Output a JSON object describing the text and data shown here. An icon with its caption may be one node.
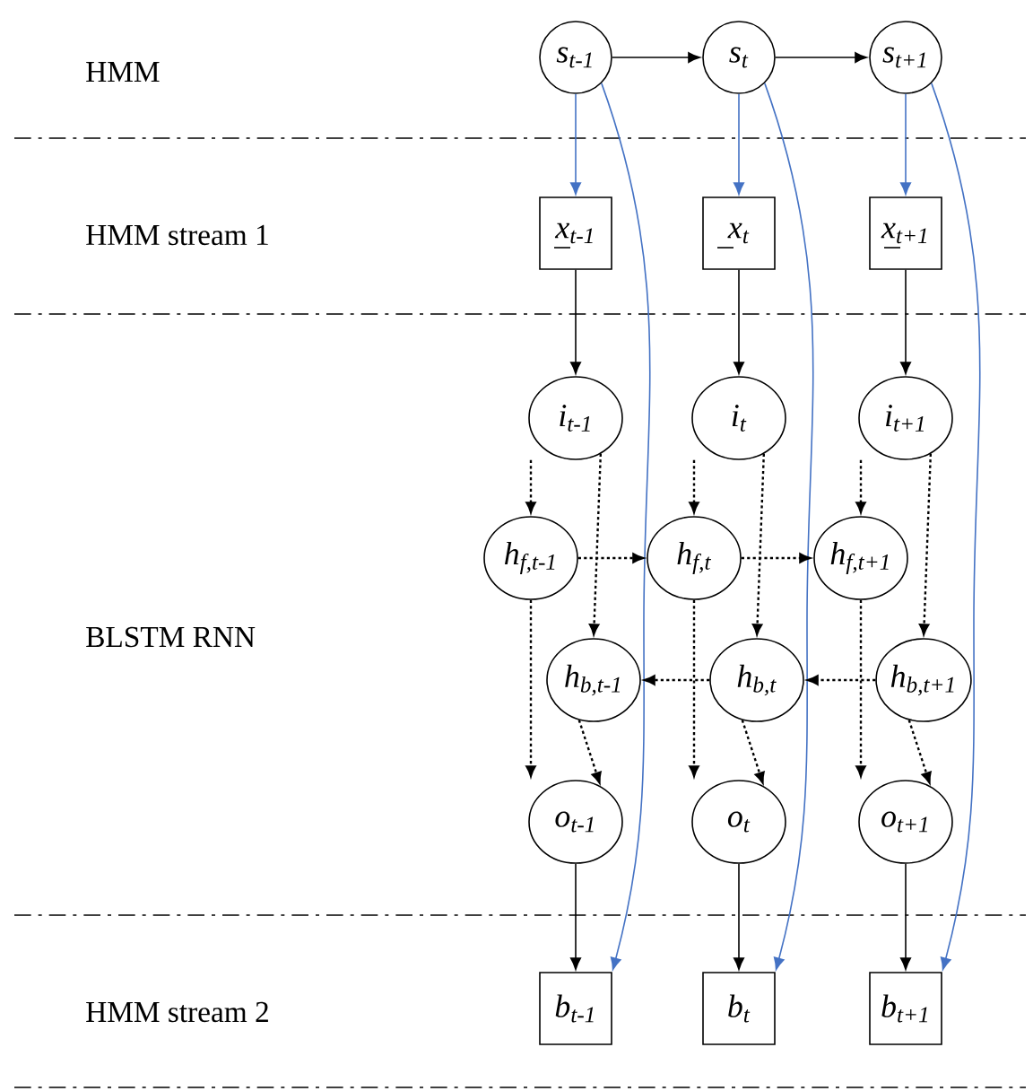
{
  "diagram": {
    "nodes": [
      {
        "text": [
          "s$_{t-1}$"
        ]
      },
      {
        "text": [
          "s$_{t}$"
        ]
      },
      {
        "text": [
          "s$_{t+1}$"
        ]
      },
      {
        "text": [
          "x$_{t-1}$"
        ]
      },
      {
        "text": [
          "x$_{t}$"
        ]
      },
      {
        "text": [
          "x$_{t+1}$"
        ]
      },
      {
        "text": [
          "i$_{t-1}$"
        ]
      },
      {
        "text": [
          "i$_{t}$"
        ]
      },
      {
        "text": [
          "i$_{t+1}$"
        ]
      },
      {
        "text": [
          "h$_{f,t-1}$"
        ]
      },
      {
        "text": [
          "h$_{f,t}$"
        ]
      },
      {
        "text": [
          "h$_{f,t+1}$"
        ]
      },
      {
        "text": [
          "h$_{b,t-1}$"
        ]
      },
      {
        "text": [
          "h$_{b,t}$"
        ]
      },
      {
        "text": [
          "h$_{b,t+1}$"
        ]
      },
      {
        "text": [
          "o$_{t-1}$"
        ]
      },
      {
        "text": [
          "o$_{t}$"
        ]
      },
      {
        "text": [
          "o$_{t+1}$"
        ]
      },
      {
        "text": [
          "b$_{t-1}$"
        ]
      },
      {
        "text": [
          "b$_{t}$"
        ]
      },
      {
        "text": [
          "b$_{t+1}$"
        ]
      }
    ],
    "edges": [
      {
        "from": 0,
        "to": 1,
        "arrow": "to"
      },
      {
        "from": 1,
        "to": 2,
        "arrow": "to"
      },
      {
        "from": 0,
        "to": 3,
        "arrow": "to",
        "color": "#4472c4"
      },
      {
        "from": 1,
        "to": 4,
        "arrow": "to",
        "color": "#4472c4"
      },
      {
        "from": 2,
        "to": 5,
        "arrow": "to",
        "color": "#4472c4"
      },
      {
        "from": 0,
        "to": 18,
        "arrow": "to",
        "color": "#4472c4"
      },
      {
        "from": 1,
        "to": 19,
        "arrow": "to",
        "color": "#4472c4"
      },
      {
        "from": 2,
        "to": 20,
        "arrow": "to",
        "color": "#4472c4"
      },
      {
        "from": 3,
        "to": 6,
        "arrow": "to"
      },
      {
        "from": 4,
        "to": 7,
        "arrow": "to"
      },
      {
        "from": 5,
        "to": 8,
        "arrow": "to"
      },
      {
        "from": 6,
        "to": 9,
        "arrow": "to",
        "style": "dashed"
      },
      {
        "from": 6,
        "to": 12,
        "arrow": "to",
        "style": "dashed"
      },
      {
        "from": 7,
        "to": 10,
        "arrow": "to",
        "style": "dashed"
      },
      {
        "from": 7,
        "to": 13,
        "arrow": "to",
        "style": "dashed"
      },
      {
        "from": 8,
        "to": 11,
        "arrow": "to",
        "style": "dashed"
      },
      {
        "from": 8,
        "to": 14,
        "arrow": "to",
        "style": "dashed"
      },
      {
        "from": 9,
        "to": 10,
        "arrow": "to",
        "style": "dashed"
      },
      {
        "from": 10,
        "to": 11,
        "arrow": "to",
        "style": "dashed"
      },
      {
        "from": 13,
        "to": 12,
        "arrow": "to",
        "style": "dashed"
      },
      {
        "from": 14,
        "to": 13,
        "arrow": "to",
        "style": "dashed"
      },
      {
        "from": 9,
        "to": 15,
        "arrow": "to",
        "style": "dashed"
      },
      {
        "from": 12,
        "to": 15,
        "arrow": "to",
        "style": "dashed"
      },
      {
        "from": 10,
        "to": 16,
        "arrow": "to",
        "style": "dashed"
      },
      {
        "from": 13,
        "to": 16,
        "arrow": "to",
        "style": "dashed"
      },
      {
        "from": 11,
        "to": 17,
        "arrow": "to",
        "style": "dashed"
      },
      {
        "from": 14,
        "to": 17,
        "arrow": "to",
        "style": "dashed"
      },
      {
        "from": 15,
        "to": 18,
        "arrow": "to"
      },
      {
        "from": 16,
        "to": 19,
        "arrow": "to"
      },
      {
        "from": 17,
        "to": 20,
        "arrow": "to"
      }
    ],
    "labels": [
      "HMM",
      "HMM stream 1",
      "BLSTM RNN",
      "HMM stream 2"
    ]
  }
}
